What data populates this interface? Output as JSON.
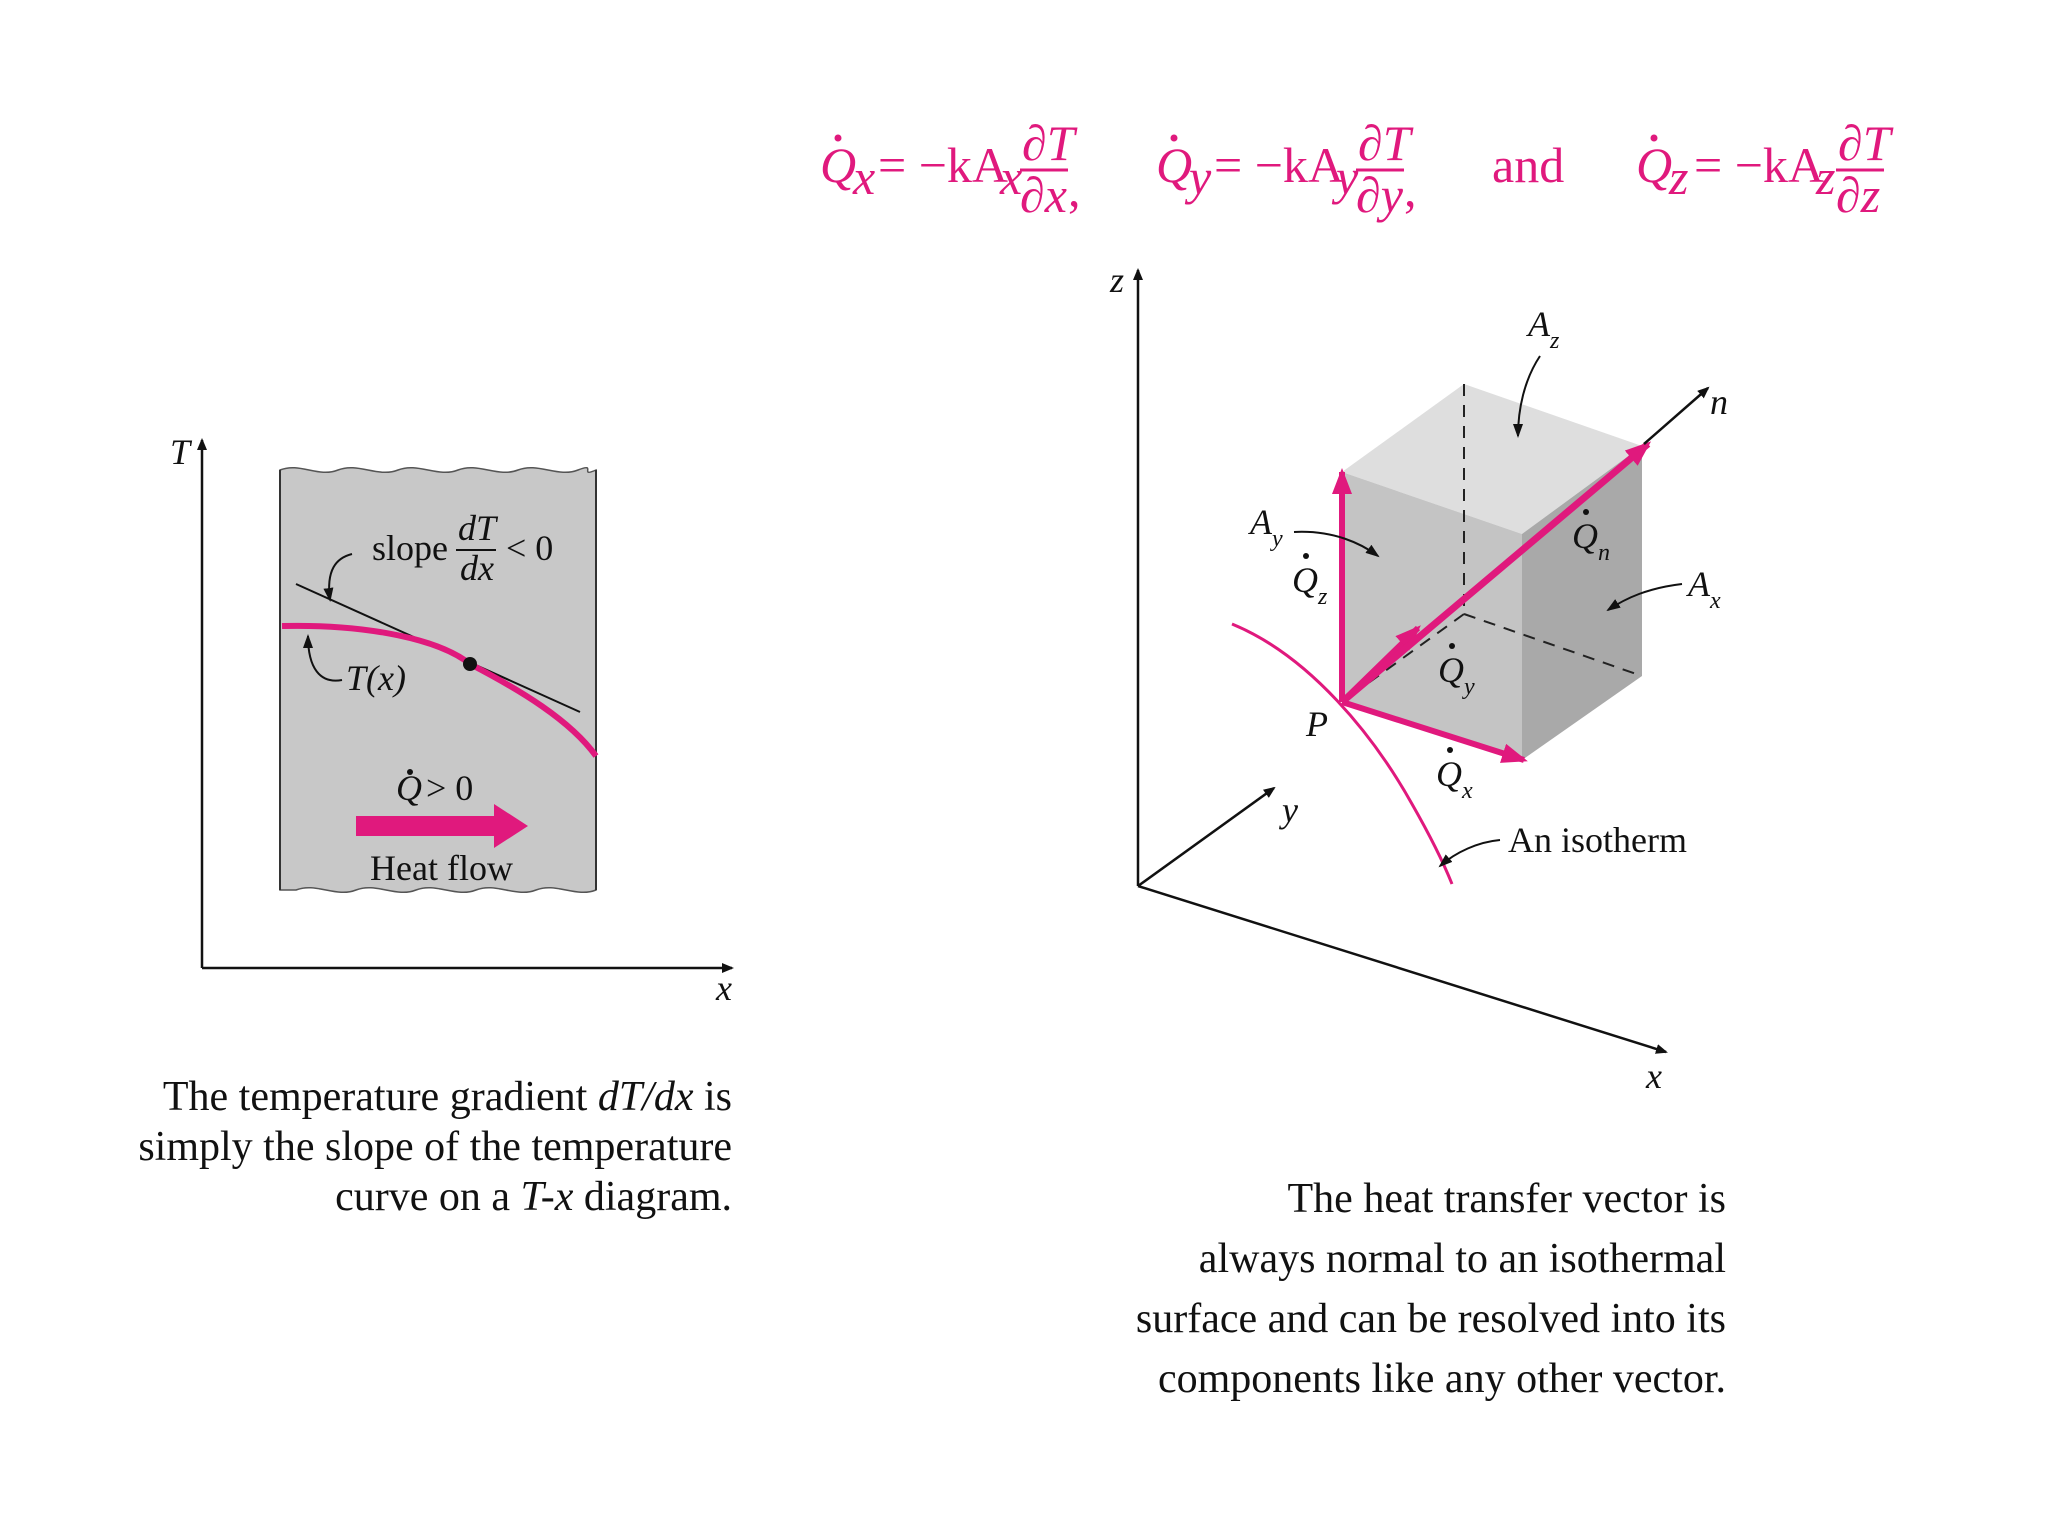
{
  "colors": {
    "accent": "#e0197d",
    "panel_fill": "#c8c8c8",
    "axis": "#111111",
    "cube_top": "#dedede",
    "cube_front": "#c4c4c4",
    "cube_side": "#a9a9a9"
  },
  "equations": {
    "qx": {
      "q": "Q",
      "sub": "x",
      "rhs_lead": "= −kA",
      "area_sub": "x",
      "num": "∂T",
      "den": "∂x",
      "comma": ","
    },
    "qy": {
      "q": "Q",
      "sub": "y",
      "rhs_lead": "= −kA",
      "area_sub": "y",
      "num": "∂T",
      "den": "∂y",
      "comma": ","
    },
    "and": "and",
    "qz": {
      "q": "Q",
      "sub": "z",
      "rhs_lead": "= −kA",
      "area_sub": "z",
      "num": "∂T",
      "den": "∂z"
    }
  },
  "left_diagram": {
    "y_axis_label": "T",
    "x_axis_label": "x",
    "slope_word": "slope",
    "slope_num": "dT",
    "slope_den": "dx",
    "slope_rel": "< 0",
    "curve_label": "T(x)",
    "heat_q": "Q",
    "heat_rel": "> 0",
    "heat_flow_label": "Heat flow",
    "caption_lines": [
      [
        "The temperature gradient ",
        "dT/dx",
        " is"
      ],
      [
        "simply the slope of the temperature"
      ],
      [
        "curve on a ",
        "T-x",
        " diagram."
      ]
    ]
  },
  "right_diagram": {
    "axis_z": "z",
    "axis_y": "y",
    "axis_x": "x",
    "normal_label": "n",
    "area_z": {
      "base": "A",
      "sub": "z"
    },
    "area_y": {
      "base": "A",
      "sub": "y"
    },
    "area_x": {
      "base": "A",
      "sub": "x"
    },
    "q_n": {
      "base": "Q",
      "sub": "n"
    },
    "q_z": {
      "base": "Q",
      "sub": "z"
    },
    "q_y": {
      "base": "Q",
      "sub": "y"
    },
    "q_x": {
      "base": "Q",
      "sub": "x"
    },
    "point_label": "P",
    "isotherm_label": "An isotherm",
    "caption_lines": [
      "The heat transfer vector is",
      "always normal to an isothermal",
      "surface and can be resolved into its",
      "components like any other vector."
    ]
  }
}
